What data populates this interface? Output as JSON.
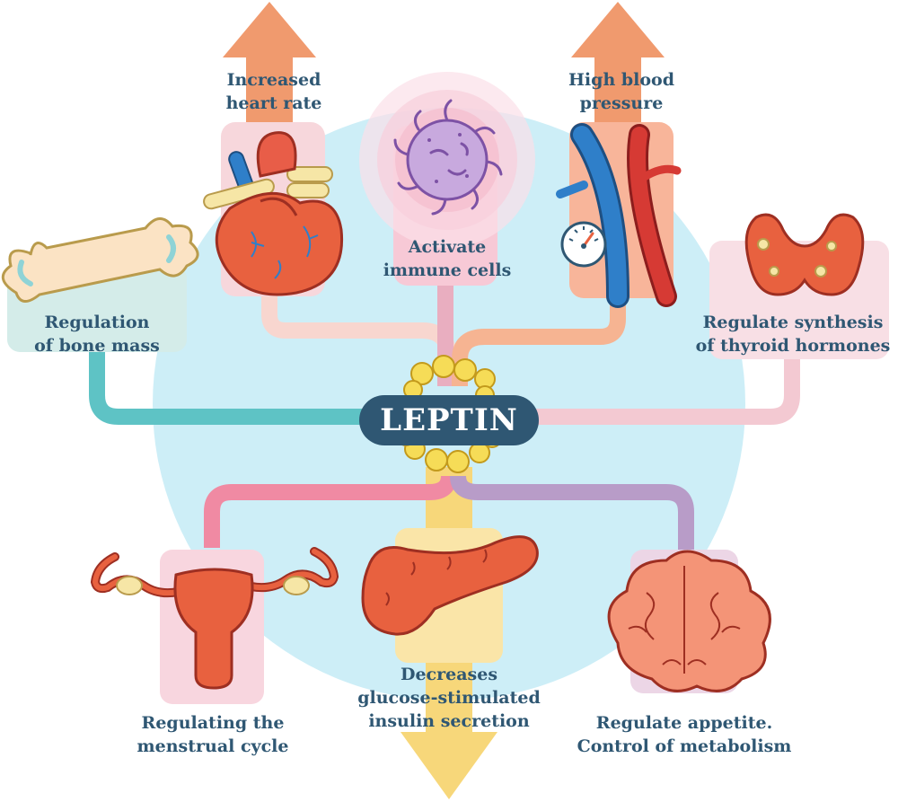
{
  "center": {
    "label": "LEPTIN"
  },
  "effects": {
    "heart": {
      "line1": "Increased",
      "line2": "heart rate"
    },
    "immune": {
      "line1": "Activate",
      "line2": "immune cells"
    },
    "blood_pressure": {
      "line1": "High blood",
      "line2": "pressure"
    },
    "bone": {
      "line1": "Regulation",
      "line2": "of bone mass"
    },
    "thyroid": {
      "line1": "Regulate synthesis",
      "line2": "of thyroid hormones"
    },
    "menstrual": {
      "line1": "Regulating the",
      "line2": "menstrual cycle"
    },
    "insulin": {
      "line1": "Decreases",
      "line2": "glucose-stimulated",
      "line3": "insulin secretion"
    },
    "appetite": {
      "line1": "Regulate appetite.",
      "line2": "Control of metabolism"
    }
  },
  "colors": {
    "label_text": "#2f5773",
    "center_bg": "#2f5773",
    "background_circle": "#cdeef7",
    "arrow_up": "#f09a6e",
    "arrow_down": "#f7d77a",
    "line_bone": "#5ec3c5",
    "line_thyroid": "#f3c9d2",
    "line_menstrual": "#f08aa3",
    "line_appetite": "#b89cc8"
  },
  "icons": [
    "heart-icon",
    "immune-cell-icon",
    "blood-vessel-icon",
    "pressure-gauge-icon",
    "bone-icon",
    "thyroid-icon",
    "uterus-icon",
    "pancreas-icon",
    "brain-icon",
    "fat-cell-cluster-icon"
  ]
}
